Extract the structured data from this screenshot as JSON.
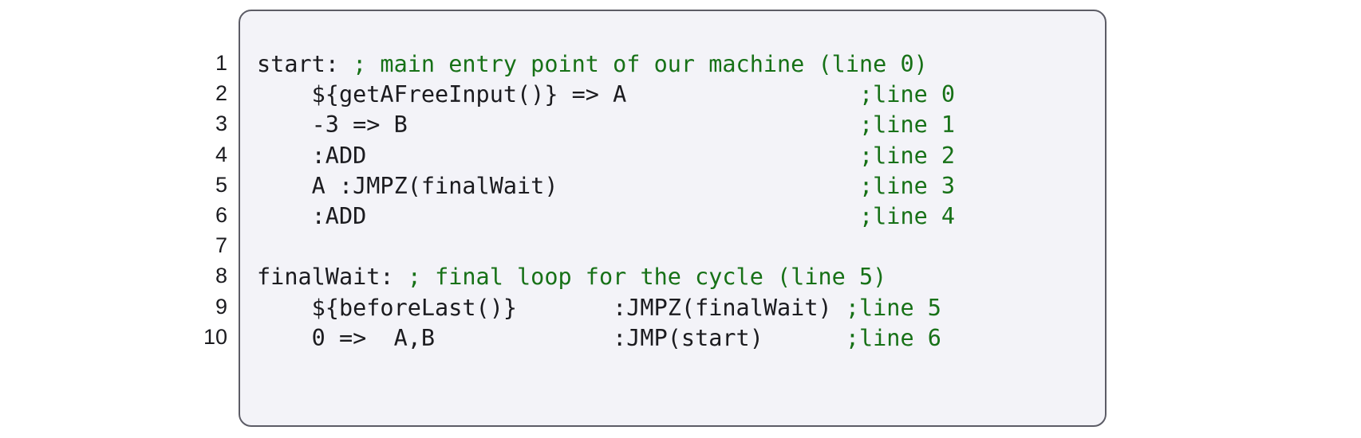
{
  "figure": {
    "name": "zkasm-code-block",
    "language": "zkasm",
    "colors": {
      "page_background": "#ffffff",
      "panel_background": "#f3f3f8",
      "panel_border": "#5c5c66",
      "code_text": "#1b1b1f",
      "comment_text": "#177117",
      "line_number_text": "#1b1b1f"
    },
    "line_numbers": [
      "1",
      "2",
      "3",
      "4",
      "5",
      "6",
      "7",
      "8",
      "9",
      "10"
    ],
    "lines": [
      {
        "number": "1",
        "text": "start: ; main entry point of our machine (line 0)",
        "tokens": [
          {
            "type": "src",
            "text": "start: "
          },
          {
            "type": "cmt",
            "text": "; main entry point of our machine (line 0)"
          }
        ]
      },
      {
        "number": "2",
        "text": "    ${getAFreeInput()} => A                 ;line 0",
        "tokens": [
          {
            "type": "src",
            "text": "    ${getAFreeInput()} => A                 "
          },
          {
            "type": "cmt",
            "text": ";line 0"
          }
        ]
      },
      {
        "number": "3",
        "text": "    -3 => B                                 ;line 1",
        "tokens": [
          {
            "type": "src",
            "text": "    -3 => B                                 "
          },
          {
            "type": "cmt",
            "text": ";line 1"
          }
        ]
      },
      {
        "number": "4",
        "text": "    :ADD                                    ;line 2",
        "tokens": [
          {
            "type": "src",
            "text": "    :ADD                                    "
          },
          {
            "type": "cmt",
            "text": ";line 2"
          }
        ]
      },
      {
        "number": "5",
        "text": "    A :JMPZ(finalWait)                      ;line 3",
        "tokens": [
          {
            "type": "src",
            "text": "    A :JMPZ(finalWait)                      "
          },
          {
            "type": "cmt",
            "text": ";line 3"
          }
        ]
      },
      {
        "number": "6",
        "text": "    :ADD                                    ;line 4",
        "tokens": [
          {
            "type": "src",
            "text": "    :ADD                                    "
          },
          {
            "type": "cmt",
            "text": ";line 4"
          }
        ]
      },
      {
        "number": "7",
        "text": "",
        "tokens": []
      },
      {
        "number": "8",
        "text": "finalWait: ; final loop for the cycle (line 5)",
        "tokens": [
          {
            "type": "src",
            "text": "finalWait: "
          },
          {
            "type": "cmt",
            "text": "; final loop for the cycle (line 5)"
          }
        ]
      },
      {
        "number": "9",
        "text": "    ${beforeLast()}       :JMPZ(finalWait) ;line 5",
        "tokens": [
          {
            "type": "src",
            "text": "    ${beforeLast()}       :JMPZ(finalWait) "
          },
          {
            "type": "cmt",
            "text": ";line 5"
          }
        ]
      },
      {
        "number": "10",
        "text": "    0 =>  A,B             :JMP(start)      ;line 6",
        "tokens": [
          {
            "type": "src",
            "text": "    0 =>  A,B             :JMP(start)      "
          },
          {
            "type": "cmt",
            "text": ";line 6"
          }
        ]
      }
    ]
  }
}
